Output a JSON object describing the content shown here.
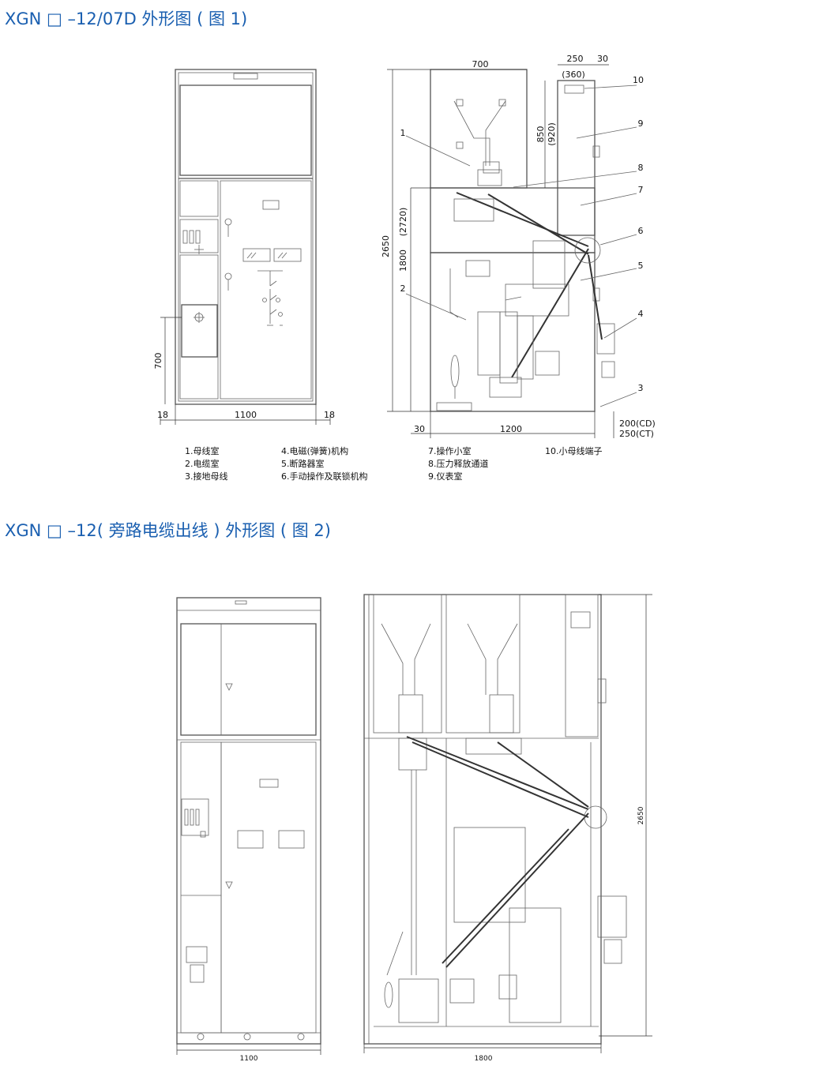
{
  "figure1": {
    "title": "XGN □ –12/07D 外形图 ( 图 1)",
    "front_dims": {
      "width": "1100",
      "margin_left": "18",
      "margin_right": "18",
      "window_height": "700"
    },
    "side_dims": {
      "top_width": "700",
      "meter_width": "250",
      "meter_alt": "(360)",
      "edge": "30",
      "bus_height": "850",
      "bus_height_alt": "(920)",
      "total_height": "2650",
      "total_height_alt": "(2720)",
      "lower_height": "1800",
      "depth": "1200",
      "bottom_left": "30",
      "bottom_right_1": "200(CD)",
      "bottom_right_2": "250(CT)"
    },
    "callouts": [
      "1",
      "2",
      "3",
      "4",
      "5",
      "6",
      "7",
      "8",
      "9",
      "10"
    ],
    "legend": [
      "1.母线室",
      "2.电缆室",
      "3.接地母线",
      "4.电磁(弹簧)机构",
      "5.断路器室",
      "6.手动操作及联锁机构",
      "7.操作小室",
      "8.压力释放通道",
      "9.仪表室",
      "10.小母线端子"
    ]
  },
  "figure2": {
    "title": "XGN □ –12( 旁路电缆出线 ) 外形图 ( 图 2)",
    "front_width": "1100",
    "side_depth": "1800",
    "side_height": "2650"
  }
}
